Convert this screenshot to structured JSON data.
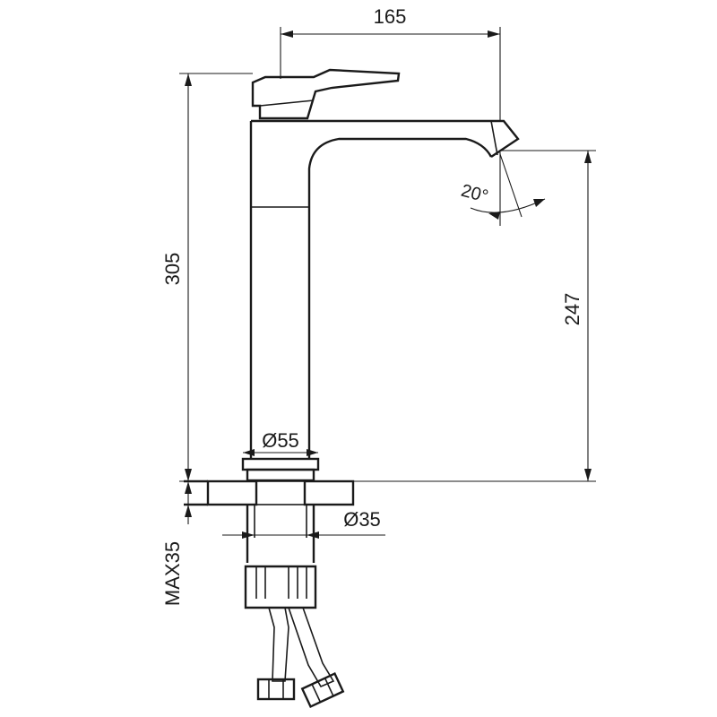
{
  "dimensions": {
    "spout_reach": "165",
    "total_height": "305",
    "spout_height": "247",
    "base_diameter": "Ø55",
    "shank_diameter": "Ø35",
    "max_thickness": "MAX35",
    "swivel_angle": "20°"
  }
}
